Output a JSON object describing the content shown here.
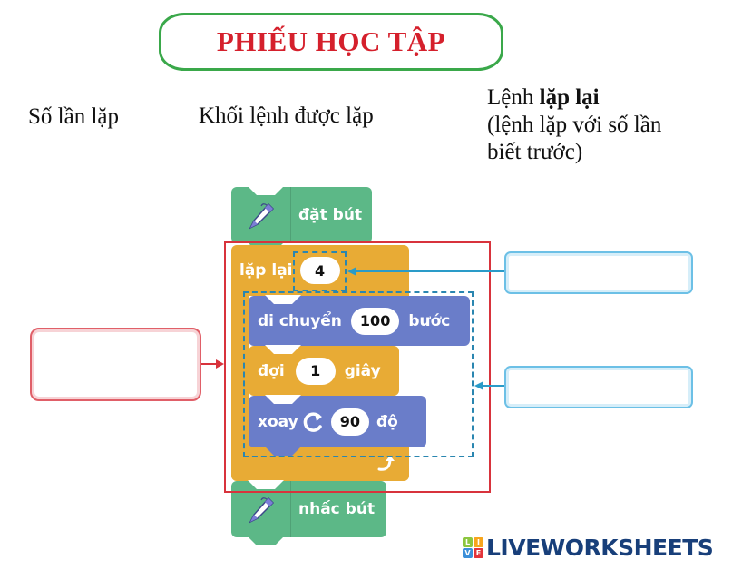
{
  "title": "PHIẾU HỌC TẬP",
  "labels": {
    "so_lan_lap": "Số lần lặp",
    "khoi_lenh": "Khối lệnh được lặp",
    "lenh_prefix": "Lệnh ",
    "lenh_bold": "lặp lại",
    "lenh_line2": "(lệnh lặp với số lần",
    "lenh_line3": "biết trước)"
  },
  "blocks": {
    "pen_down": {
      "label": "đặt bút",
      "icon": "pen-icon"
    },
    "repeat": {
      "label": "lặp lại",
      "count": "4",
      "loop_icon": "loop-arrow-icon"
    },
    "move": {
      "label": "di chuyển",
      "value": "100",
      "unit": "bước"
    },
    "wait": {
      "label": "đợi",
      "value": "1",
      "unit": "giây"
    },
    "turn": {
      "label": "xoay",
      "icon": "rotate-clockwise-icon",
      "value": "90",
      "unit": "độ"
    },
    "pen_up": {
      "label": "nhấc bút",
      "icon": "pen-icon"
    }
  },
  "answers": {
    "repeat_count": "",
    "repeat_command": "",
    "repeated_block": ""
  },
  "colors": {
    "title_red": "#d5202c",
    "title_border_green": "#3aa84a",
    "pen_green": "#5cb887",
    "control_orange": "#e8ab35",
    "motion_blue": "#6a7dc9",
    "frame_red": "#d8333c",
    "dash_blue": "#2a86b0"
  },
  "logo": {
    "tiles": [
      "L",
      "I",
      "V",
      "E"
    ],
    "text": "LIVEWORKSHEETS"
  }
}
